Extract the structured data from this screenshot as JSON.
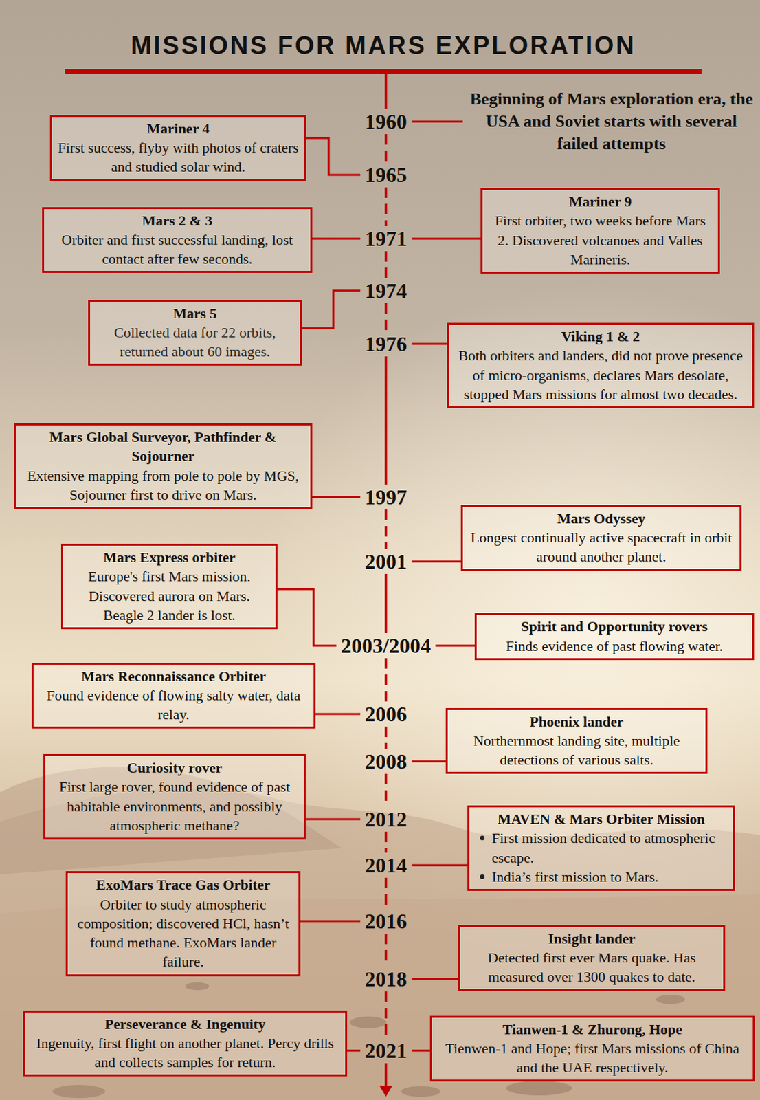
{
  "diagram": {
    "title": "MISSIONS FOR MARS EXPLORATION",
    "nodes": [
      {
        "text": [
          "Mariner 4",
          "First success, flyby with photos of craters and studied solar wind."
        ]
      },
      {
        "text": [
          "Mariner 9",
          "First orbiter, two weeks before Mars 2. Discovered volcanoes and Valles Marineris."
        ]
      },
      {
        "text": [
          "Mars 2 & 3",
          "Orbiter and first successful landing, lost contact after few seconds."
        ]
      },
      {
        "text": [
          "Mars 5",
          "Collected data for 22 orbits, returned about 60 images."
        ]
      },
      {
        "text": [
          "Viking 1 & 2",
          "Both orbiters and landers, did not prove presence of micro-organisms, declares Mars desolate, stopped Mars missions for almost two decades."
        ]
      },
      {
        "text": [
          "Mars Global Surveyor, Pathfinder & Sojourner",
          "Extensive mapping from pole to pole by MGS, Sojourner first to drive on Mars."
        ]
      },
      {
        "text": [
          "Mars Odyssey",
          "Longest continually active spacecraft in orbit around another planet."
        ]
      },
      {
        "text": [
          "Mars Express orbiter",
          "Europe's first Mars mission. Discovered aurora on Mars. Beagle 2 lander is lost."
        ]
      },
      {
        "text": [
          "Spirit and Opportunity rovers",
          "Finds evidence of past flowing water."
        ]
      },
      {
        "text": [
          "Mars Reconnaissance Orbiter",
          "Found evidence of flowing salty water, data relay."
        ]
      },
      {
        "text": [
          "Phoenix lander",
          "Northernmost landing site, multiple detections of various salts."
        ]
      },
      {
        "text": [
          "Curiosity rover",
          "First large rover, found evidence of past habitable environments, and possibly atmospheric methane?"
        ]
      },
      {
        "text": [
          "MAVEN & Mars Orbiter Mission",
          "First mission dedicated to atmospheric escape.",
          "India’s first mission to Mars."
        ]
      },
      {
        "text": [
          "ExoMars Trace Gas Orbiter",
          "Orbiter to study atmospheric composition; discovered HCl, hasn’t found methane. ExoMars lander failure."
        ]
      },
      {
        "text": [
          "Insight lander",
          "Detected first ever Mars quake. Has measured over 1300 quakes to date."
        ]
      },
      {
        "text": [
          "Perseverance & Ingenuity",
          "Ingenuity, first flight on another planet. Percy drills and collects samples for return."
        ]
      },
      {
        "text": [
          "Tianwen-1 & Zhurong, Hope",
          "Tienwen-1 and Hope; first Mars missions of China and the UAE respectively."
        ]
      }
    ],
    "labels": [
      "1960",
      "Beginning of Mars exploration era, the USA and Soviet starts with several failed attempts",
      "1965",
      "1971",
      "1974",
      "1976",
      "1997",
      "2001",
      "2003/2004",
      "2006",
      "2008",
      "2012",
      "2014",
      "2016",
      "2018",
      "2021"
    ]
  }
}
